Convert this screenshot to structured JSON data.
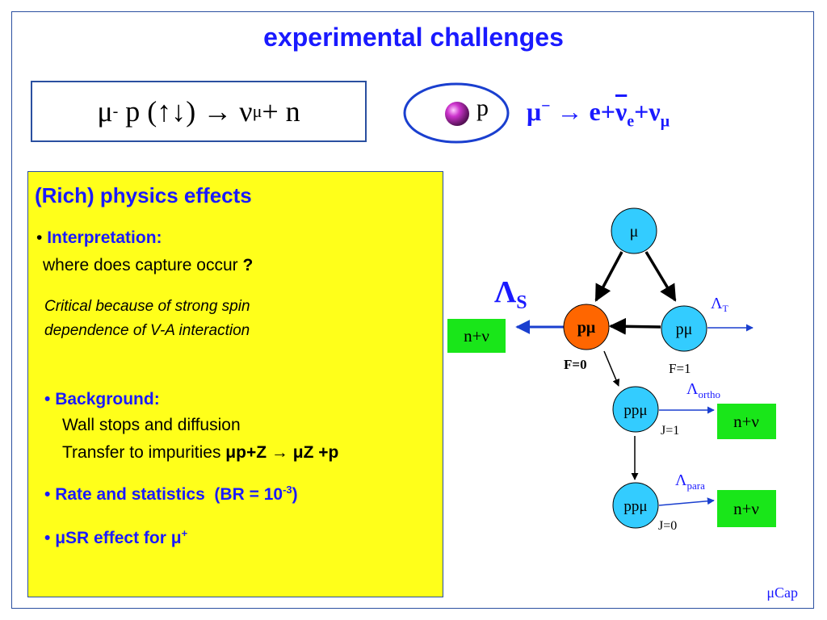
{
  "title": "experimental challenges",
  "formula": {
    "mu": "μ",
    "minus": "-",
    "p_part": " p (↑↓) → ν",
    "sub_mu": "μ",
    "rest": "+ n"
  },
  "decay": {
    "mu": "μ",
    "minus": "−",
    "arrow_e": " → e+",
    "nu": "ν",
    "sub_e": "e",
    "plus_nu": "+ν",
    "sub_mu": "μ"
  },
  "proton_label": "p",
  "panel": {
    "heading": "(Rich) physics effects",
    "bullet": "•",
    "interpretation_label": "Interpretation:",
    "interpretation_text": "where does capture occur",
    "question_mark": "?",
    "critical_line1": "Critical because of strong spin",
    "critical_line2": "dependence of V-A interaction",
    "background_label": "Background:",
    "background_line1": "Wall stops and diffusion",
    "background_line2_pre": "Transfer to impurities ",
    "background_formula": "μp+Z → μZ +p",
    "rate_label": "Rate and statistics  (BR = 10",
    "rate_exp": "-3",
    "rate_close": ")",
    "musr_label": "μSR effect for μ",
    "musr_sup": "+"
  },
  "diagram": {
    "mu_node": "μ",
    "pmu_singlet": "pμ",
    "pmu_triplet": "pμ",
    "ppmu_ortho": "ppμ",
    "ppmu_para": "ppμ",
    "lambda_s": "Λ",
    "lambda_s_sub": "S",
    "lambda_t": "Λ",
    "lambda_t_sub": "T",
    "lambda_ortho": "Λ",
    "lambda_ortho_sub": "ortho",
    "lambda_para": "Λ",
    "lambda_para_sub": "para",
    "f0": "F=0",
    "f1": "F=1",
    "j1": "J=1",
    "j0": "J=0",
    "n_nu": "n+ν",
    "colors": {
      "node_cyan": "#33ccff",
      "node_orange": "#ff6600",
      "green_box": "#19e619",
      "blue_arrow": "#1a3fcf"
    }
  },
  "footer": "μCap"
}
